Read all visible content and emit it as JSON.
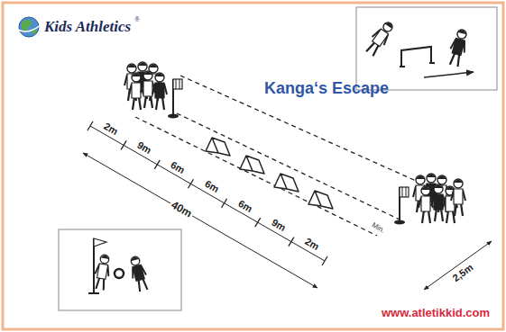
{
  "diagram": {
    "title": "Kanga‘s Escape",
    "labels": [
      "Kids Athletics",
      "®",
      "2m",
      "9m",
      "6m",
      "6m",
      "6m",
      "9m",
      "2m",
      "40m",
      "2,5m",
      "Min.",
      "www.atletikkid.com"
    ]
  }
}
